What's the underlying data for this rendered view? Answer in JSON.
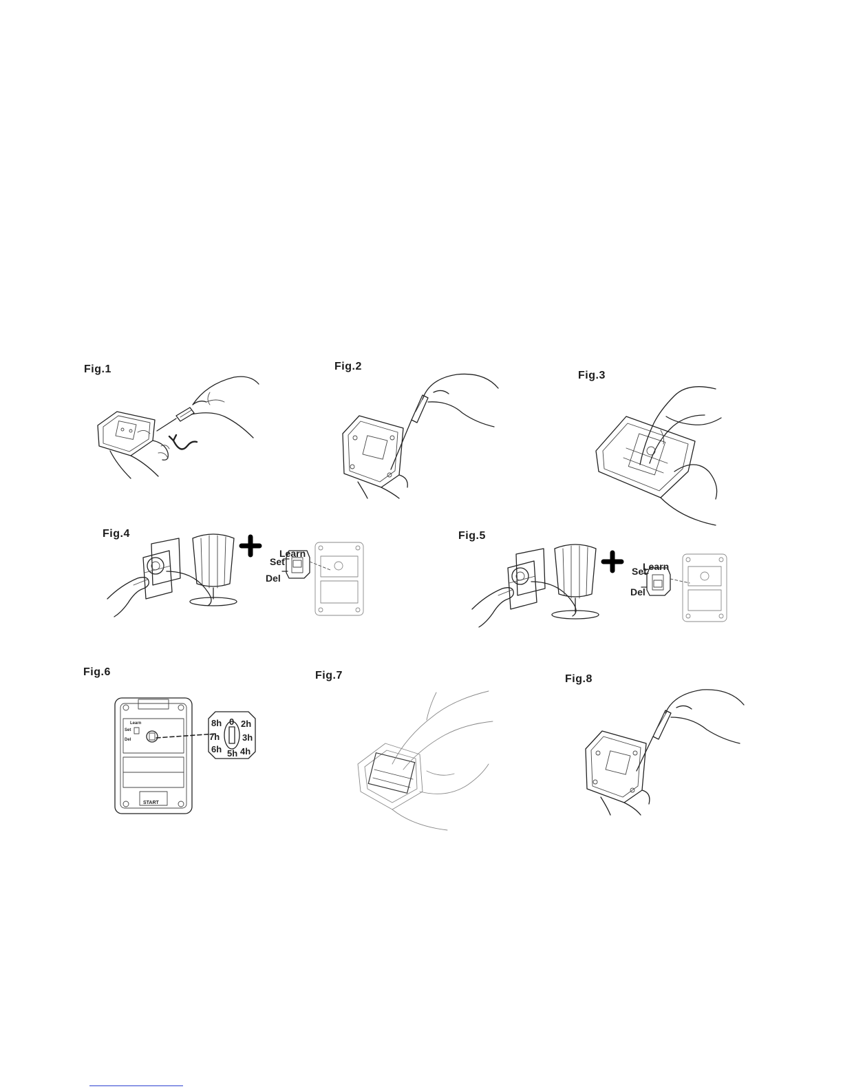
{
  "figures": [
    {
      "label": "Fig.1"
    },
    {
      "label": "Fig.2"
    },
    {
      "label": "Fig.3"
    },
    {
      "label": "Fig.4"
    },
    {
      "label": "Fig.5"
    },
    {
      "label": "Fig.6"
    },
    {
      "label": "Fig.7"
    },
    {
      "label": "Fig.8"
    }
  ],
  "switch_labels": {
    "learn": "Learn",
    "set": "Set",
    "del": "Del"
  },
  "dial_labels": [
    "0",
    "2h",
    "3h",
    "4h",
    "5h",
    "6h",
    "7h",
    "8h"
  ],
  "start_label": "START"
}
